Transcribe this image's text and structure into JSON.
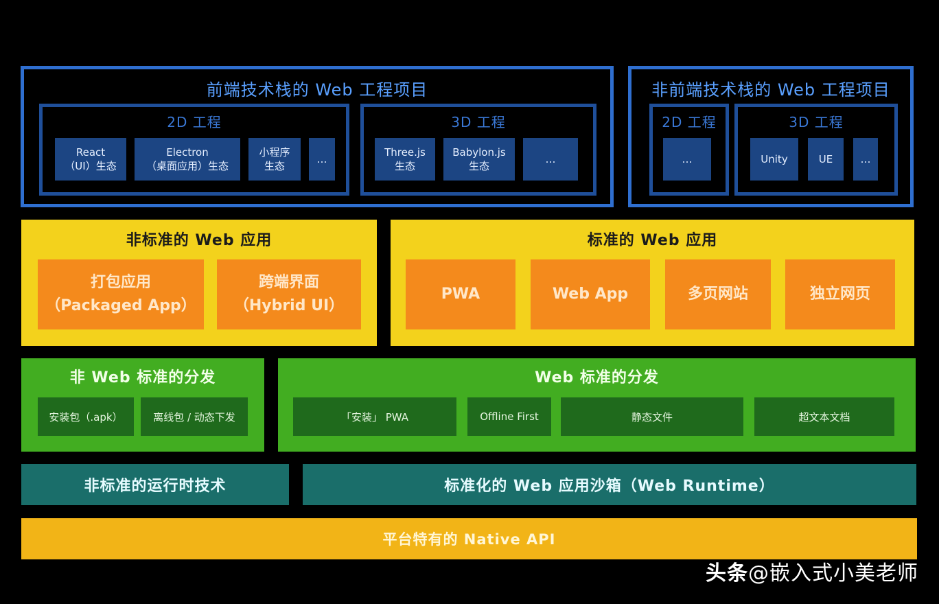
{
  "front_project": {
    "title": "前端技术栈的 Web 工程项目",
    "g2d": {
      "title": "2D 工程",
      "items": [
        "React\n（UI）生态",
        "Electron\n（桌面应用）生态",
        "小程序\n生态",
        "…"
      ]
    },
    "g3d": {
      "title": "3D 工程",
      "items": [
        "Three.js\n生态",
        "Babylon.js\n生态",
        "…"
      ]
    }
  },
  "non_front_project": {
    "title": "非前端技术栈的 Web 工程项目",
    "g2d": {
      "title": "2D 工程",
      "items": [
        "…"
      ]
    },
    "g3d": {
      "title": "3D 工程",
      "items": [
        "Unity",
        "UE",
        "…"
      ]
    }
  },
  "nonstd_app": {
    "title": "非标准的 Web 应用",
    "items": [
      "打包应用\n（Packaged App）",
      "跨端界面\n（Hybrid UI）"
    ]
  },
  "std_app": {
    "title": "标准的 Web 应用",
    "items": [
      "PWA",
      "Web App",
      "多页网站",
      "独立网页"
    ]
  },
  "nonstd_dist": {
    "title": "非 Web 标准的分发",
    "items": [
      "安装包（.apk）",
      "离线包 / 动态下发"
    ]
  },
  "std_dist": {
    "title": "Web 标准的分发",
    "items": [
      "「安装」 PWA",
      "Offline First",
      "静态文件",
      "超文本文档"
    ]
  },
  "runtime": {
    "nonstd": "非标准的运行时技术",
    "std": "标准化的 Web 应用沙箱（Web Runtime）"
  },
  "native": "平台特有的 Native API",
  "watermark": {
    "brand": "头条",
    "handle": "@嵌入式小美老师"
  },
  "colors": {
    "background": "#000000",
    "blue_border": "#2f6fd0",
    "chip": "#1c4583",
    "yellow": "#f3d21c",
    "orange": "#f48a1c",
    "green": "#42ad21",
    "dark_green": "#1f6a1c",
    "teal": "#1a6e6a",
    "gold": "#f2b417"
  }
}
